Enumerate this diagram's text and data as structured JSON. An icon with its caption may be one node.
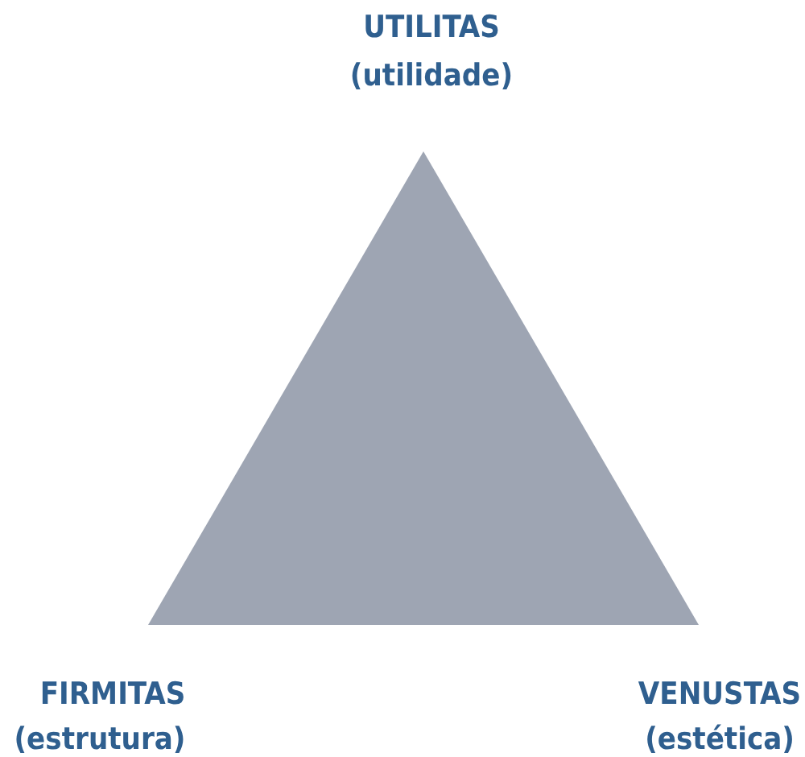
{
  "diagram": {
    "nodes": [
      {
        "text": [],
        "shape": "triangle"
      }
    ],
    "labels": [
      "UTILITAS",
      "(utilidade)",
      "FIRMITAS",
      "(estrutura)",
      "VENUSTAS",
      "(estética)"
    ]
  }
}
